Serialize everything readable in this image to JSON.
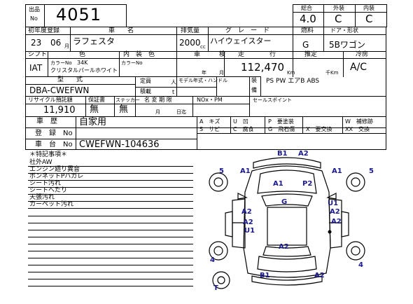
{
  "header": {
    "lot_label_top": "出品",
    "lot_label_bottom": "No",
    "lot_number": "4051",
    "grade_labels": [
      "総合",
      "外装",
      "内装"
    ],
    "grade_values": [
      "4.0",
      "C",
      "C"
    ]
  },
  "row_labels": {
    "first_reg": "初年度登録",
    "car_name": "車　　名",
    "displacement": "排気量",
    "grade": "グ　レ　ー　ド",
    "fuel": "燃料",
    "door_shape": "ドア・形状",
    "shift": "シフト",
    "color": "色",
    "interior_color": "内　装　色",
    "inspection": "車　　　検",
    "mileage": "走　　　　行",
    "estimate": "推定",
    "ac": "冷房",
    "model": "型　　式",
    "capacity": "定員",
    "capacity_unit": "人",
    "model_year_handle": "モデル年式・ハンドル",
    "equipment": "装",
    "equipment2": "備",
    "load": "積載",
    "load_unit": "t",
    "recycle": "リサイクル預託額",
    "warranty": "保証書",
    "sticker": "ステッカー",
    "name_change": "名 変 期 限",
    "nox": "NOx・PM",
    "sales_point": "セールスポイント",
    "history": "車　歴",
    "reg_no": "登　録　No",
    "chassis_no": "車　台　No"
  },
  "vehicle": {
    "first_reg_year": "23",
    "first_reg_month": "06",
    "month_unit": "月",
    "car_name": "ラフェスタ",
    "displacement": "2000",
    "cc_unit": "cc",
    "grade": "ハイウェイスター",
    "fuel": "G",
    "door_shape": "5Bワゴン",
    "shift": "IAT",
    "color_no_label": "カラーNo",
    "color_no": "34K",
    "color_name": "クリスタルパールホワイト",
    "interior_color_no_label": "カラーNo",
    "inspection_year_unit": "年",
    "inspection_month_unit": "月",
    "mileage": "112,470",
    "mileage_unit": "Km",
    "estimate_unit": "千Km",
    "ac": "A/C",
    "model": "DBA-CWEFWN",
    "equipment_list": "PS PW エアB ABS",
    "recycle_amount": "11,910",
    "warranty_value": "無",
    "sticker_value": "無",
    "name_change_month": "月",
    "name_change_day": "日迄",
    "history_value": "自家用",
    "chassis_no": "CWEFWN-104636"
  },
  "legend": [
    [
      "A",
      "キズ"
    ],
    [
      "U",
      "凹"
    ],
    [
      "P",
      "要塗装"
    ],
    [
      "W",
      "補修跡"
    ],
    [
      "S",
      "サビ"
    ],
    [
      "C",
      "腐食"
    ],
    [
      "G",
      "飛石傷"
    ],
    [
      "X",
      "要交換"
    ],
    [
      "XX",
      "交換"
    ]
  ],
  "notes": {
    "title": "＊特記事項＊",
    "lines": [
      "社外AW",
      "エンジン廻り異音",
      "ボンネットPハガレ",
      "シート汚れ",
      "シートへたり",
      "天張汚れ",
      "カーペット汚れ"
    ]
  },
  "damage_marks": {
    "front_left_tire": "5",
    "front_right_tire": "5",
    "rear_left_tire": "4",
    "rear_right_tire": "4",
    "front_bumper_left": "B1",
    "front_bumper_right": "A2",
    "hood_left": "A1",
    "hood_right": "P2",
    "left_fender": "A1",
    "right_fender": "A1",
    "roof": "G",
    "left_front_door": "A2",
    "left_rear_door_a": "A2",
    "left_rear_door_u": "U1",
    "right_front_door_u": "U1",
    "right_front_door_a": "A2",
    "right_rear_door": "A2",
    "trunk": "A2",
    "rear_bumper_left": "B1",
    "rear_bumper_right": "A2",
    "tire_t": "T"
  }
}
